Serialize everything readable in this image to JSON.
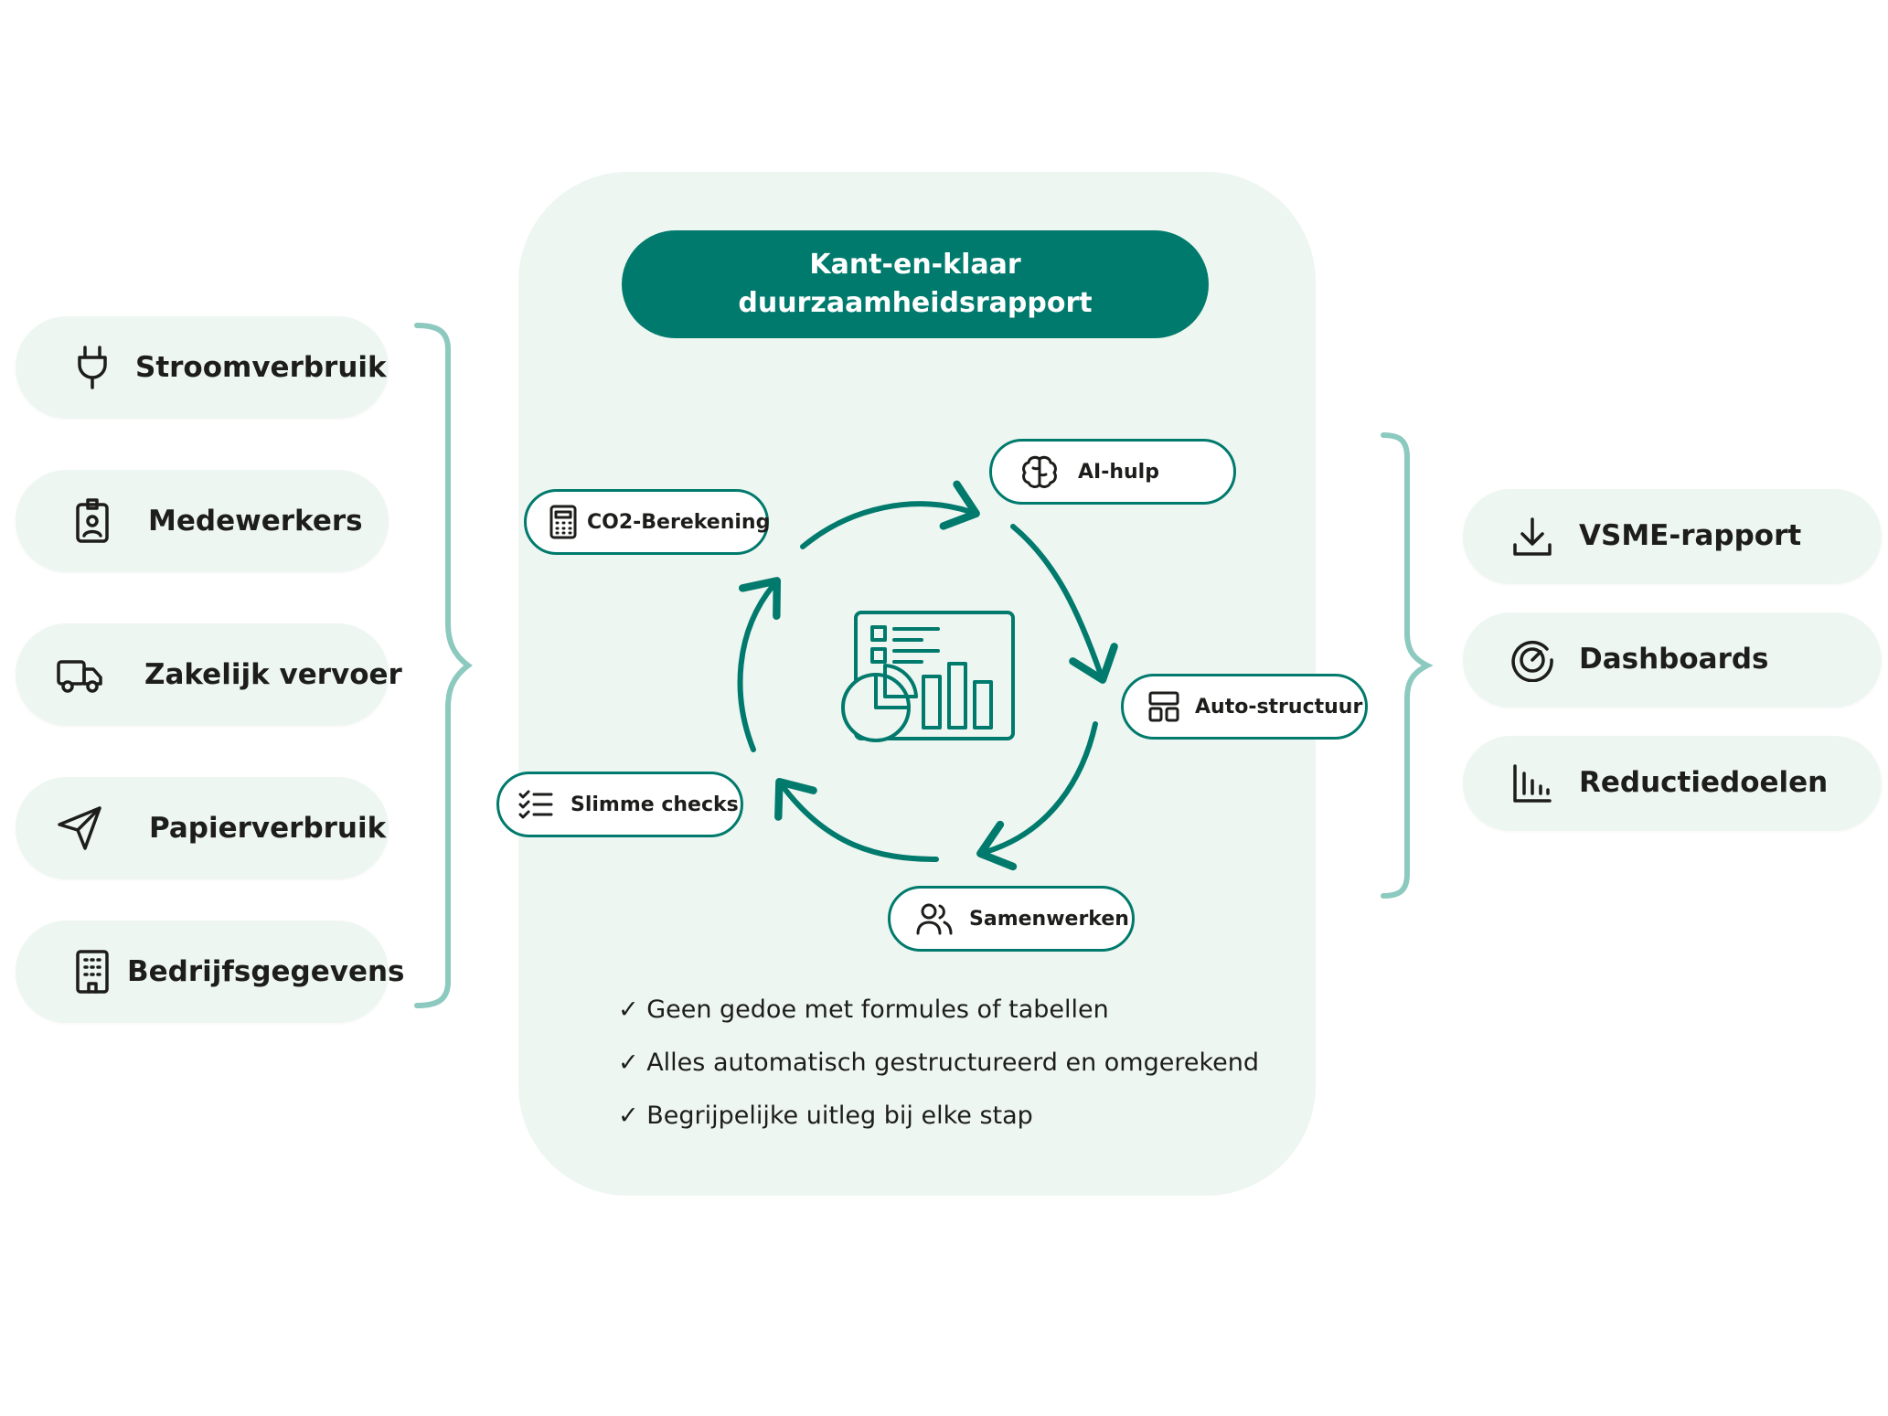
{
  "inputs": [
    {
      "label": "Stroomverbruik",
      "icon": "plug-icon"
    },
    {
      "label": "Medewerkers",
      "icon": "id-badge-icon"
    },
    {
      "label": "Zakelijk vervoer",
      "icon": "truck-icon"
    },
    {
      "label": "Papierverbruik",
      "icon": "paper-plane-icon"
    },
    {
      "label": "Bedrijfsgegevens",
      "icon": "building-icon"
    }
  ],
  "banner": {
    "line1": "Kant-en-klaar",
    "line2": "duurzaamheidsrapport"
  },
  "cycle": {
    "ai": {
      "label": "AI-hulp",
      "icon": "brain-icon"
    },
    "auto": {
      "label": "Auto-structuur",
      "icon": "layout-icon"
    },
    "samen": {
      "label": "Samenwerken",
      "icon": "users-icon"
    },
    "checks": {
      "label": "Slimme checks",
      "icon": "checklist-icon"
    },
    "co2": {
      "label": "CO2-Berekening",
      "icon": "calculator-icon"
    },
    "center_icon": "report-dashboard-icon"
  },
  "bullets": [
    "✓ Geen gedoe met formules of tabellen",
    "✓ Alles automatisch gestructureerd en omgerekend",
    "✓ Begrijpelijke uitleg bij elke stap"
  ],
  "outputs": [
    {
      "label": "VSME-rapport",
      "icon": "download-icon"
    },
    {
      "label": "Dashboards",
      "icon": "gauge-icon"
    },
    {
      "label": "Reductiedoelen",
      "icon": "bar-chart-icon"
    }
  ],
  "colors": {
    "accent": "#007a6c",
    "panel": "#eef6f2",
    "bracket": "#8cc9bf",
    "text": "#1d1d1b"
  }
}
